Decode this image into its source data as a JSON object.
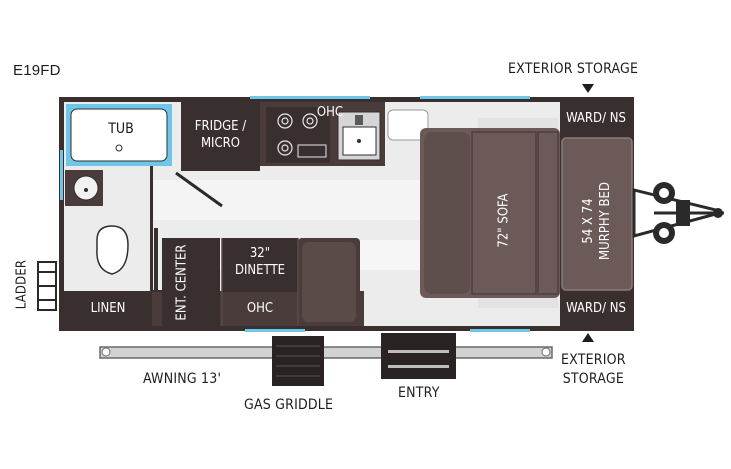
{
  "model": "E19FD",
  "labels": {
    "tub": "TUB",
    "fridge_line1": "FRIDGE /",
    "fridge_line2": "MICRO",
    "ohc_top": "OHC",
    "ohc_bottom": "OHC",
    "ward_top": "WARD/ NS",
    "ward_bottom": "WARD/ NS",
    "sofa": "72\" SOFA",
    "bed_line1": "54 X 74",
    "bed_line2": "MURPHY BED",
    "dinette_line1": "32\"",
    "dinette_line2": "DINETTE",
    "ent_center": "ENT. CENTER",
    "linen": "LINEN",
    "ladder": "LADDER",
    "exterior_storage_top": "EXTERIOR STORAGE",
    "exterior_storage_bottom_line1": "EXTERIOR",
    "exterior_storage_bottom_line2": "STORAGE",
    "awning": "AWNING 13'",
    "gas_griddle": "GAS GRIDDLE",
    "entry": "ENTRY"
  },
  "colors": {
    "wall": "#3a2f2f",
    "floor": "#eeeeee",
    "dark_cabinet": "#4a3c3b",
    "sofa_bed": "#6b5a58",
    "accent_blue": "#6ec6e8"
  }
}
